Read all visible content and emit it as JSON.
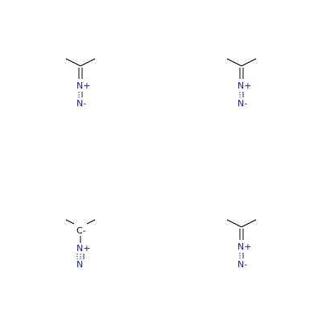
{
  "molecules": [
    {
      "id": "structure-1",
      "atoms": [
        {
          "symbol": "N",
          "charge": "+"
        },
        {
          "symbol": "N",
          "charge": "-"
        }
      ],
      "bonds": [
        "C=N double",
        "N-N single (dashed resonance)"
      ]
    },
    {
      "id": "structure-2",
      "atoms": [
        {
          "symbol": "N",
          "charge": "+"
        },
        {
          "symbol": "N",
          "charge": "-"
        }
      ],
      "bonds": [
        "C=N double",
        "N-N single (dashed resonance)"
      ]
    },
    {
      "id": "structure-3",
      "atoms": [
        {
          "symbol": "C",
          "charge": "-"
        },
        {
          "symbol": "N",
          "charge": "+"
        },
        {
          "symbol": "N",
          "charge": ""
        }
      ],
      "bonds": [
        "C-N single",
        "N≡N triple (dashed resonance)"
      ]
    },
    {
      "id": "structure-4",
      "atoms": [
        {
          "symbol": "N",
          "charge": "+"
        },
        {
          "symbol": "N",
          "charge": "-"
        }
      ],
      "bonds": [
        "C=N double",
        "N-N single (dashed resonance)"
      ]
    }
  ],
  "colors": {
    "carbon_bond": "#000000",
    "heteroatom": "#1a1aa6",
    "background": "#ffffff"
  }
}
